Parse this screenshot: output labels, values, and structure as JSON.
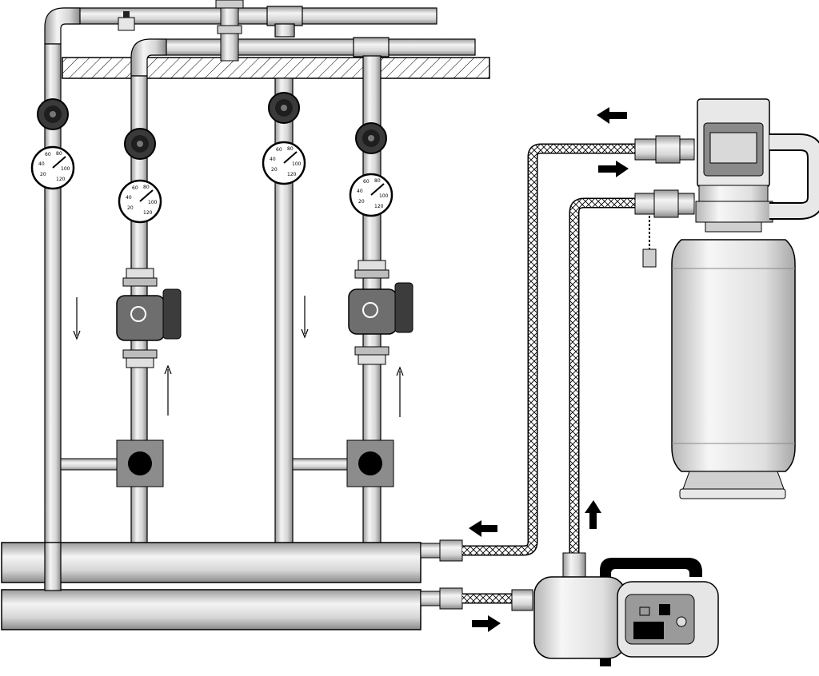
{
  "diagram": {
    "description_label": "",
    "gauges": [
      {
        "id": "gauge-1",
        "ticks": [
          "20",
          "40",
          "60",
          "80",
          "100",
          "120"
        ]
      },
      {
        "id": "gauge-2",
        "ticks": [
          "20",
          "40",
          "60",
          "80",
          "100",
          "120"
        ]
      },
      {
        "id": "gauge-3",
        "ticks": [
          "20",
          "40",
          "60",
          "80",
          "100",
          "120"
        ]
      },
      {
        "id": "gauge-4",
        "ticks": [
          "20",
          "40",
          "60",
          "80",
          "100",
          "120"
        ]
      }
    ],
    "colors": {
      "pipe_light": "#f2f2f2",
      "pipe_mid": "#c8c8c8",
      "pipe_dark": "#8a8a8a",
      "outline": "#000000",
      "valve": "#3a3a3a",
      "box": "#8c8c8c",
      "screen": "#d9d9d9"
    },
    "flow_arrows": [
      "left",
      "right",
      "left",
      "right",
      "up"
    ],
    "controller_screen": {
      "line1": "",
      "line2": ""
    }
  }
}
